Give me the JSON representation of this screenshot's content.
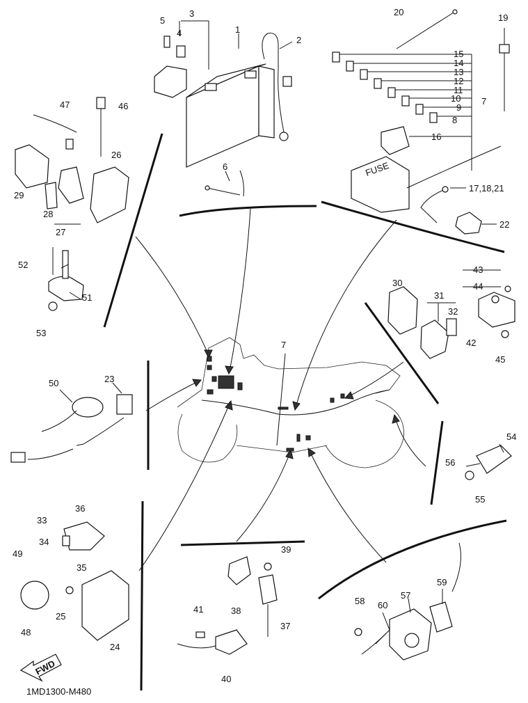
{
  "diagram_code": "1MD1300-M480",
  "fwd_label": "FWD",
  "fuse_label": "FUSE",
  "callouts": [
    "1",
    "2",
    "3",
    "4",
    "5",
    "6",
    "7",
    "8",
    "9",
    "10",
    "11",
    "12",
    "13",
    "14",
    "15",
    "16",
    "17,18,21",
    "19",
    "20",
    "22",
    "23",
    "24",
    "25",
    "26",
    "27",
    "28",
    "29",
    "30",
    "31",
    "32",
    "33",
    "34",
    "35",
    "36",
    "37",
    "38",
    "39",
    "40",
    "41",
    "42",
    "43",
    "44",
    "45",
    "46",
    "47",
    "48",
    "49",
    "50",
    "51",
    "52",
    "53",
    "54",
    "55",
    "56",
    "57",
    "58",
    "59",
    "60"
  ],
  "center_callout": "7",
  "colors": {
    "line": "#111111",
    "background": "#ffffff"
  }
}
